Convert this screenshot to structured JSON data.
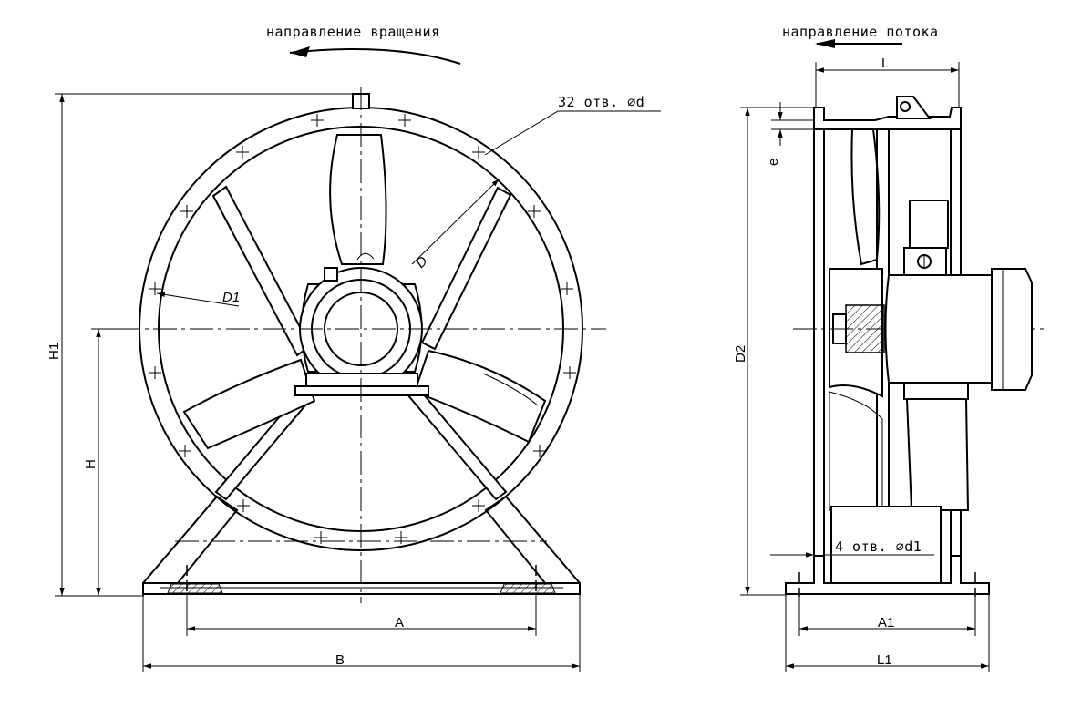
{
  "front_view": {
    "rotation_label": "направление вращения",
    "holes_label": "32 отв. ⌀d",
    "diameter_label": "D",
    "inner_diameter_label": "D1",
    "height_total_label": "H1",
    "height_axis_label": "H",
    "base_inner_label": "A",
    "base_outer_label": "B"
  },
  "side_view": {
    "flow_label": "направление потока",
    "length_label": "L",
    "flange_label": "e",
    "height_label": "D2",
    "base_holes_label": "4 отв. ⌀d1",
    "base_inner_label": "A1",
    "base_outer_label": "L1"
  }
}
